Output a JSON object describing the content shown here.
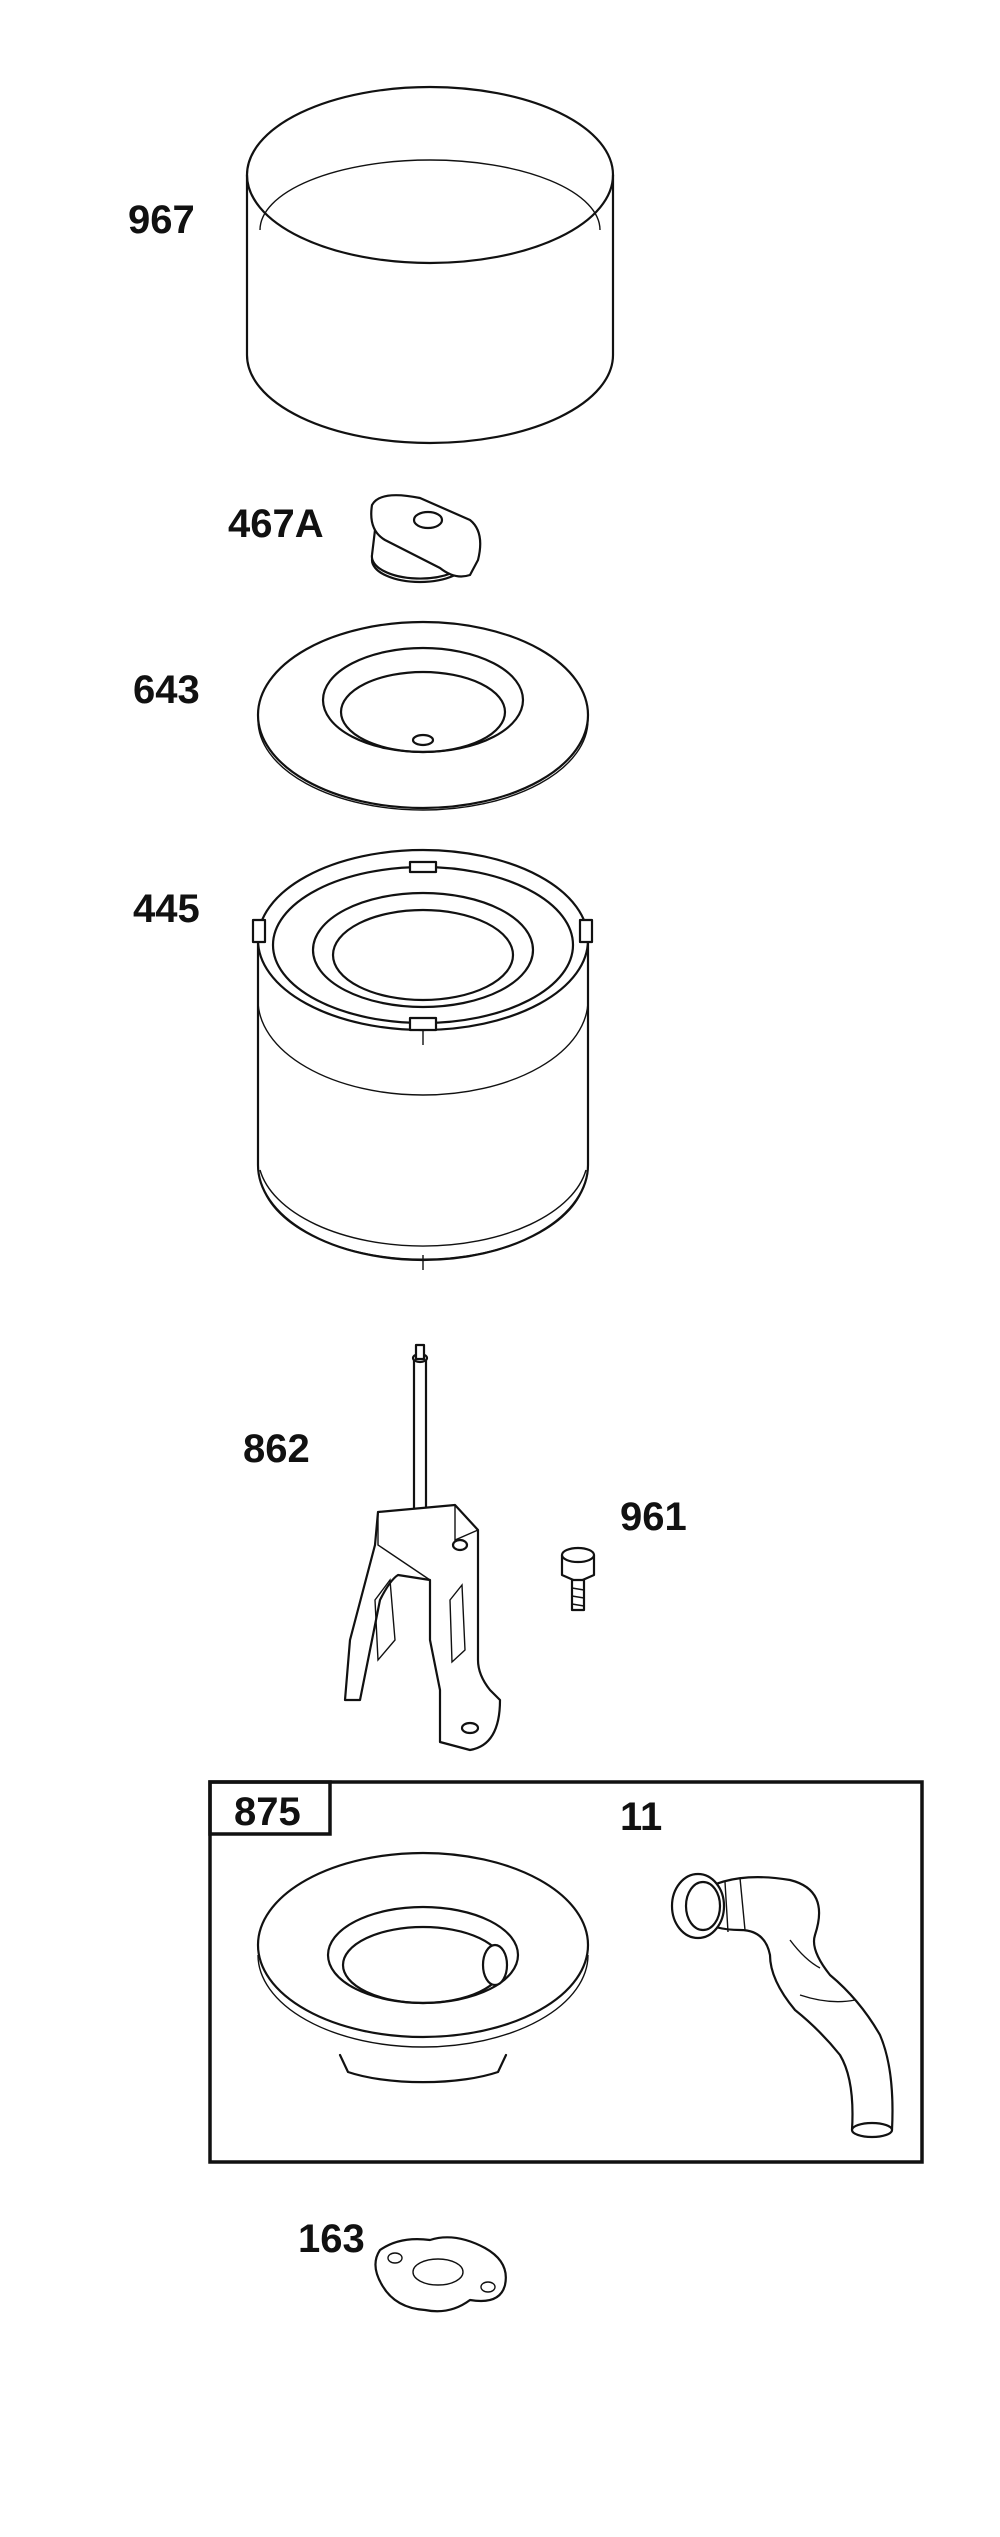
{
  "parts": [
    {
      "id": "air-filter-precleaner",
      "number": "967"
    },
    {
      "id": "knob",
      "number": "467A"
    },
    {
      "id": "cover-plate",
      "number": "643"
    },
    {
      "id": "air-filter-cartridge",
      "number": "445"
    },
    {
      "id": "bracket-stud",
      "number": "862"
    },
    {
      "id": "screw",
      "number": "961"
    },
    {
      "id": "base-kit",
      "number": "875"
    },
    {
      "id": "breather-tube",
      "number": "11"
    },
    {
      "id": "gasket",
      "number": "163"
    }
  ]
}
